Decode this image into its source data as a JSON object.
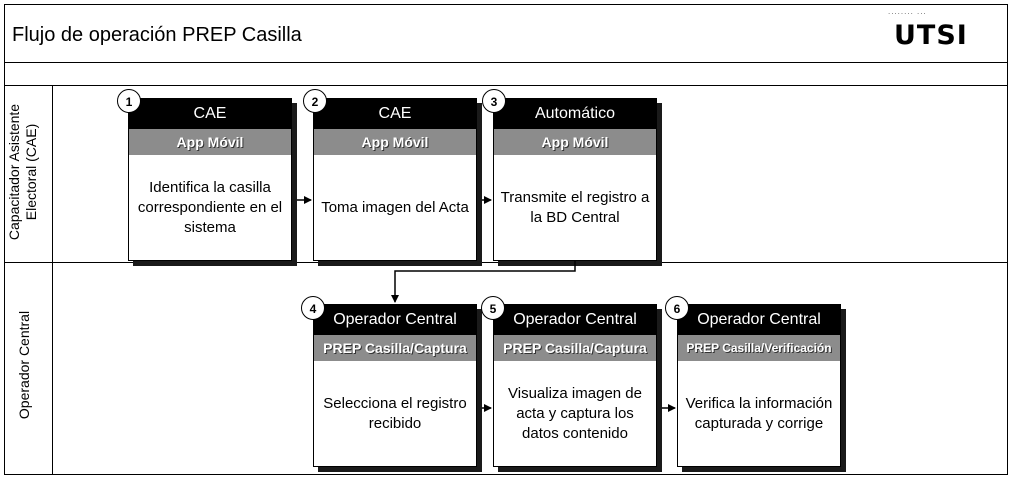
{
  "title": "Flujo de operación PREP Casilla",
  "logo": {
    "tagline": "········ ···",
    "mark": "UTSI"
  },
  "lanes": {
    "cae": "Capacitador Asistente Electoral (CAE)",
    "operador": "Operador Central"
  },
  "steps": [
    {
      "number": "1",
      "actor": "CAE",
      "tool": "App Móvil",
      "action": "Identifica la casilla correspondiente en el sistema"
    },
    {
      "number": "2",
      "actor": "CAE",
      "tool": "App Móvil",
      "action": "Toma imagen del Acta"
    },
    {
      "number": "3",
      "actor": "Automático",
      "tool": "App Móvil",
      "action": "Transmite el registro a la BD Central"
    },
    {
      "number": "4",
      "actor": "Operador Central",
      "tool": "PREP Casilla/Captura",
      "action": "Selecciona el registro recibido"
    },
    {
      "number": "5",
      "actor": "Operador Central",
      "tool": "PREP Casilla/Captura",
      "action": "Visualiza imagen de acta y captura los datos contenido"
    },
    {
      "number": "6",
      "actor": "Operador Central",
      "tool": "PREP Casilla/Verificación",
      "action": "Verifica la información capturada y corrige"
    }
  ]
}
